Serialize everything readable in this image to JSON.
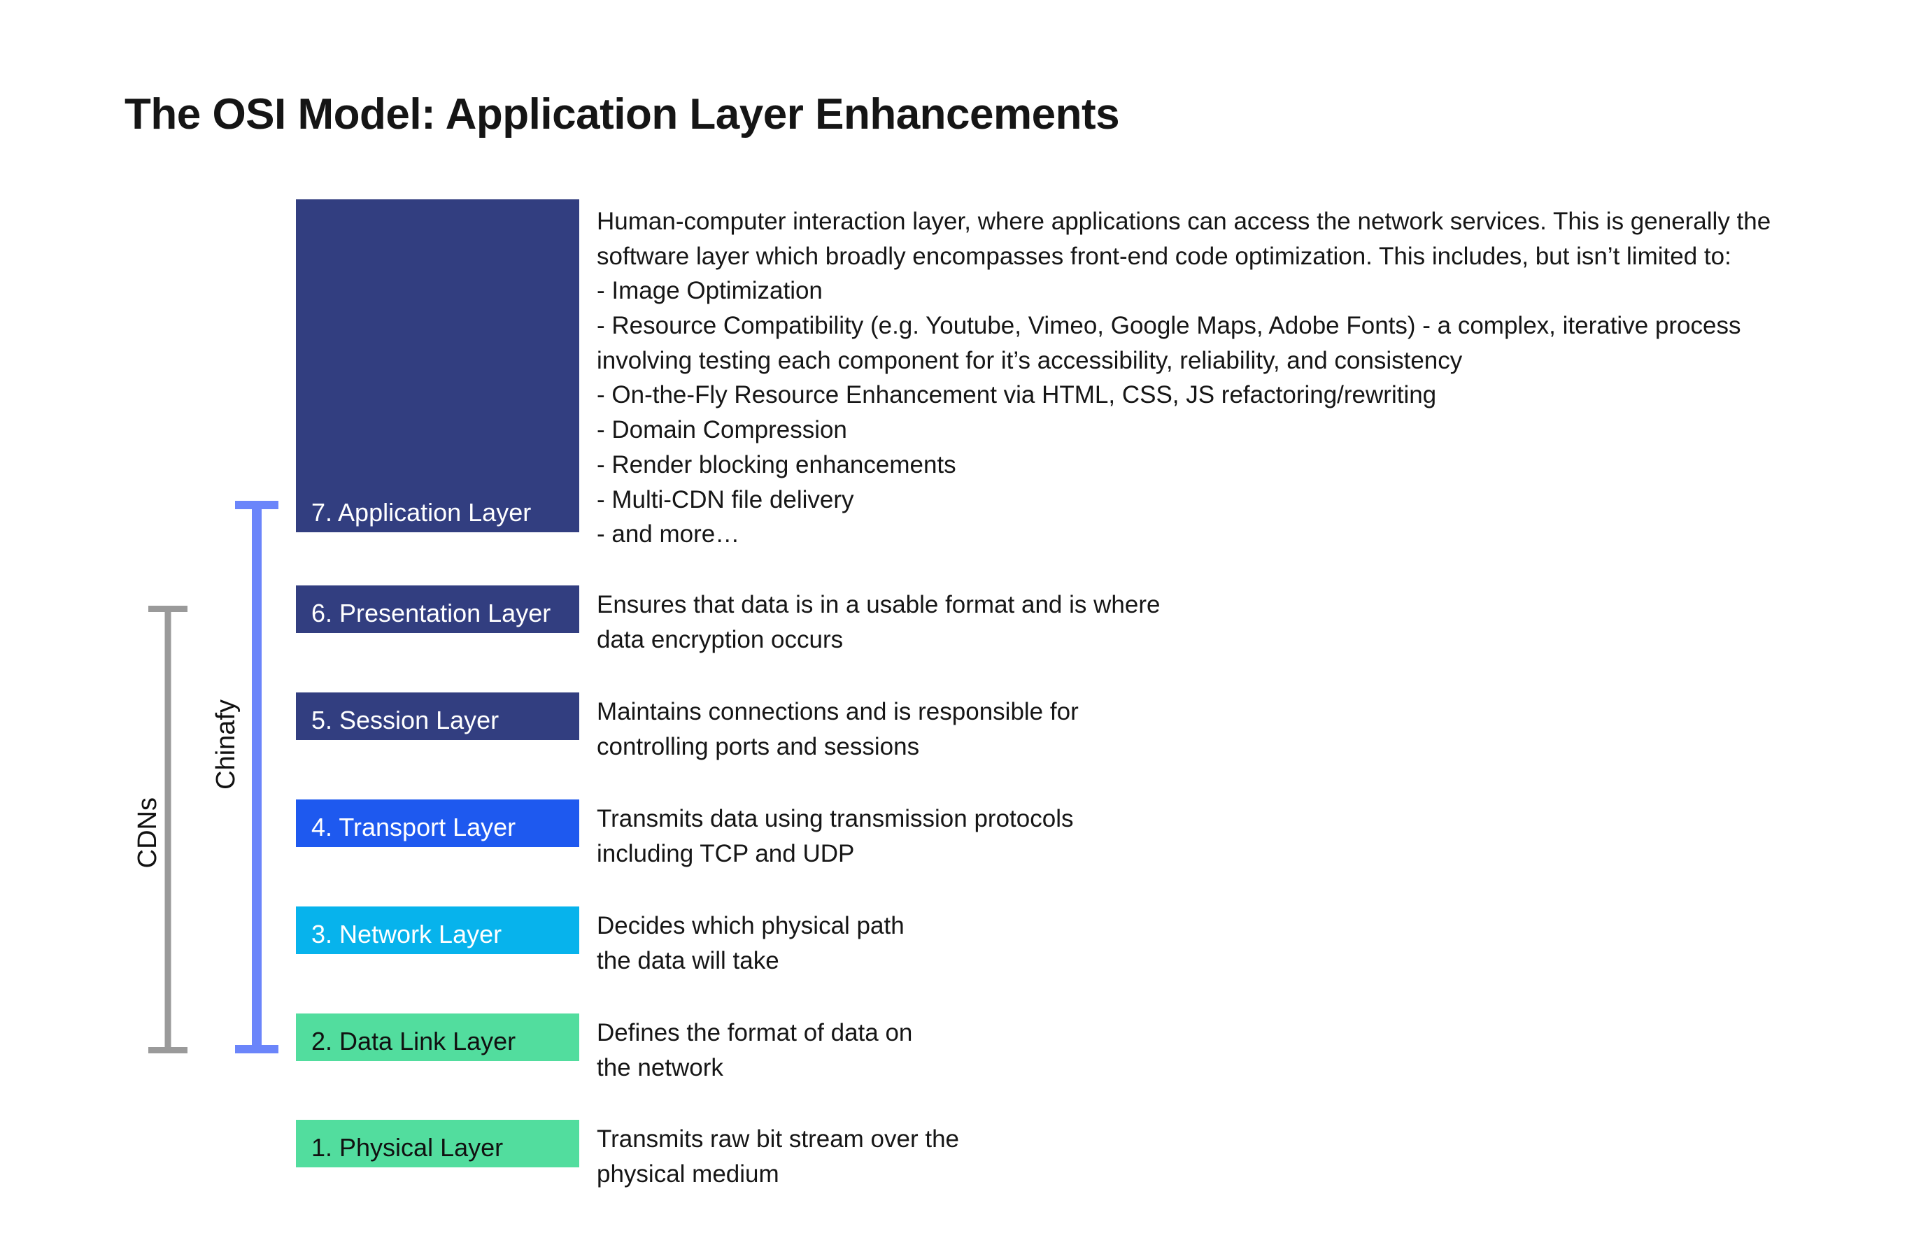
{
  "title": "The OSI Model: Application Layer Enhancements",
  "colors": {
    "navy": "#323e80",
    "blue": "#1e59ef",
    "cyan": "#07b3ec",
    "green": "#52dd9e",
    "bracket_cdns": "#9a9a9a",
    "bracket_chinafy": "#6b85fa",
    "text_dark": "#151515",
    "text_light": "#ffffff",
    "background": "#ffffff"
  },
  "brackets": [
    {
      "label": "CDNs",
      "color": "#9a9a9a",
      "covers": "layers 2 through 7"
    },
    {
      "label": "Chinafy",
      "color": "#6b85fa",
      "covers": "layers 2 through 7"
    }
  ],
  "layers": [
    {
      "number": "7",
      "label": "7. Application Layer",
      "color": "#323e80",
      "label_color": "#ffffff",
      "description": "Human-computer interaction layer, where applications can access the network services. This is generally the software layer which broadly encompasses front-end code optimization. This includes, but isn’t limited to:\n- Image Optimization\n- Resource Compatibility (e.g. Youtube, Vimeo, Google Maps, Adobe Fonts) - a complex, iterative process involving testing each component for it’s accessibility, reliability, and consistency\n- On-the-Fly Resource Enhancement via HTML, CSS, JS refactoring/rewriting\n- Domain Compression\n- Render blocking enhancements\n- Multi-CDN file delivery\n- and more…"
    },
    {
      "number": "6",
      "label": "6. Presentation Layer",
      "color": "#323e80",
      "label_color": "#ffffff",
      "description": "Ensures that data is in a usable format and is where\ndata encryption occurs"
    },
    {
      "number": "5",
      "label": "5. Session Layer",
      "color": "#323e80",
      "label_color": "#ffffff",
      "description": "Maintains connections and is responsible for\ncontrolling ports and sessions"
    },
    {
      "number": "4",
      "label": "4. Transport Layer",
      "color": "#1e59ef",
      "label_color": "#ffffff",
      "description": "Transmits data using transmission protocols\nincluding TCP and UDP"
    },
    {
      "number": "3",
      "label": "3. Network Layer",
      "color": "#07b3ec",
      "label_color": "#ffffff",
      "description": "Decides which physical path\nthe data will take"
    },
    {
      "number": "2",
      "label": "2. Data Link Layer",
      "color": "#52dd9e",
      "label_color": "#111111",
      "description": "Defines the format of data on\nthe network"
    },
    {
      "number": "1",
      "label": "1. Physical Layer",
      "color": "#52dd9e",
      "label_color": "#111111",
      "description": "Transmits raw bit stream over the\nphysical medium"
    }
  ]
}
